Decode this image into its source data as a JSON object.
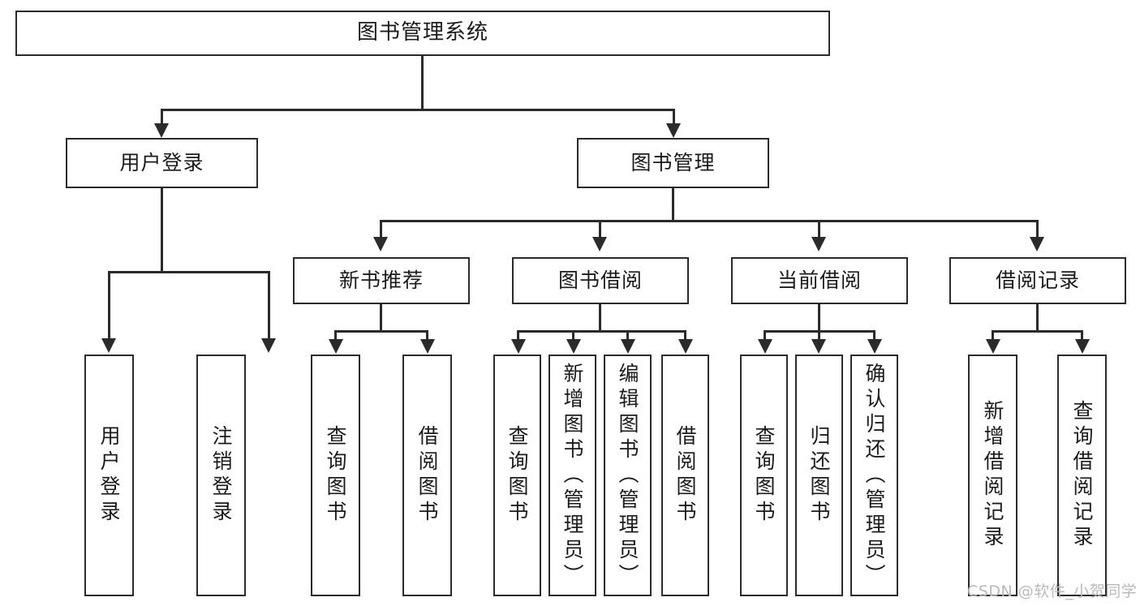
{
  "diagram": {
    "title": "图书管理系统",
    "type": "tree-hierarchy",
    "root": {
      "label": "图书管理系统"
    },
    "level2": [
      {
        "id": "user-login",
        "label": "用户登录"
      },
      {
        "id": "book-manage",
        "label": "图书管理"
      }
    ],
    "level3": [
      {
        "id": "new-book-recommend",
        "label": "新书推荐",
        "parent": "book-manage"
      },
      {
        "id": "book-borrow",
        "label": "图书借阅",
        "parent": "book-manage"
      },
      {
        "id": "current-borrow",
        "label": "当前借阅",
        "parent": "book-manage"
      },
      {
        "id": "borrow-record",
        "label": "借阅记录",
        "parent": "book-manage"
      }
    ],
    "leaves": {
      "user-login": [
        {
          "id": "leaf-user-login",
          "label": "用户登录"
        },
        {
          "id": "leaf-user-logout",
          "label": "注销登录"
        }
      ],
      "new-book-recommend": [
        {
          "id": "leaf-query-book-1",
          "label": "查询图书"
        },
        {
          "id": "leaf-borrow-book-1",
          "label": "借阅图书"
        }
      ],
      "book-borrow": [
        {
          "id": "leaf-query-book-2",
          "label": "查询图书"
        },
        {
          "id": "leaf-add-book",
          "label": "新增图书（管理员）"
        },
        {
          "id": "leaf-edit-book",
          "label": "编辑图书（管理员）"
        },
        {
          "id": "leaf-borrow-book-2",
          "label": "借阅图书"
        }
      ],
      "current-borrow": [
        {
          "id": "leaf-query-book-3",
          "label": "查询图书"
        },
        {
          "id": "leaf-return-book",
          "label": "归还图书"
        },
        {
          "id": "leaf-confirm-return",
          "label": "确认归还（管理员）"
        }
      ],
      "borrow-record": [
        {
          "id": "leaf-add-record",
          "label": "新增借阅记录"
        },
        {
          "id": "leaf-query-record",
          "label": "查询借阅记录"
        }
      ]
    }
  },
  "watermark": {
    "text": "CSDN @软件_小贺同学"
  },
  "colors": {
    "stroke": "#2b2b2b",
    "fill": "#ffffff",
    "text": "#1b1b1b",
    "watermark": "#b9b9b9",
    "background": "#ffffff"
  }
}
